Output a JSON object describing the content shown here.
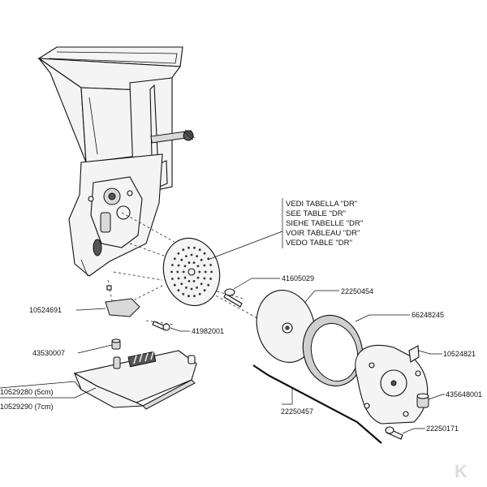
{
  "diagram": {
    "note_lines": [
      "VEDI TABELLA \"DR\"",
      "SEE TABLE \"DR\"",
      "SIEHE TABELLE \"DR\"",
      "VOIR TABLEAU \"DR\"",
      "VEDO TABLE \"DR\""
    ],
    "labels": {
      "p41605029": "41605029",
      "p22250454": "22250454",
      "p66248245": "66248245",
      "p10524821": "10524821",
      "p435648001": "435648001",
      "p22250171": "22250171",
      "p22250457": "22250457",
      "p10524691": "10524691",
      "p41982001": "41982001",
      "p43530007": "43530007",
      "p10529280": "10529280 (5cm)",
      "p10529290": "10529290 (7cm)"
    },
    "logo": "K"
  }
}
